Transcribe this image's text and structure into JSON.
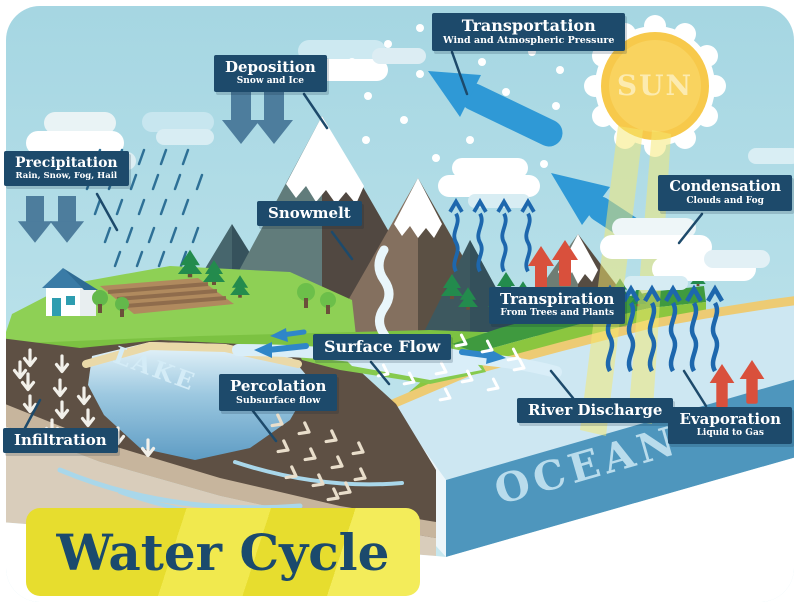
{
  "banner": {
    "title": "Water Cycle"
  },
  "scene_words": {
    "sun": "SUN",
    "lake": "LAKE",
    "ocean": "OCEAN"
  },
  "callouts": {
    "transportation": {
      "title": "Transportation",
      "subtitle": "Wind and Atmospheric Pressure"
    },
    "deposition": {
      "title": "Deposition",
      "subtitle": "Snow and Ice"
    },
    "precipitation": {
      "title": "Precipitation",
      "subtitle": "Rain, Snow, Fog, Hail"
    },
    "snowmelt": {
      "title": "Snowmelt"
    },
    "condensation": {
      "title": "Condensation",
      "subtitle": "Clouds and Fog"
    },
    "transpiration": {
      "title": "Transpiration",
      "subtitle": "From Trees and Plants"
    },
    "surface_flow": {
      "title": "Surface Flow"
    },
    "percolation": {
      "title": "Percolation",
      "subtitle": "Subsurface flow"
    },
    "river_discharge": {
      "title": "River Discharge"
    },
    "infiltration": {
      "title": "Infiltration"
    },
    "evaporation": {
      "title": "Evaporation",
      "subtitle": "Liquid to Gas"
    }
  },
  "colors": {
    "callout_bg": "#1d4a6b",
    "callout_text": "#ffffff",
    "banner_bg": "#e7dd2e",
    "banner_text": "#1b4a6d",
    "sky": "#a9d8e4",
    "sun_yellow": "#f7c94b",
    "sun_ray": "#f6e96f",
    "big_arrow_blue": "#2f99d6",
    "vapor_blue": "#1d67ad",
    "arrow_red": "#d9503c",
    "arrow_steel": "#4d7d9d",
    "ocean_front": "#4e96bd",
    "ocean_top": "#cde7f2",
    "grass_bright": "#8ed055",
    "grass_mid": "#7cc242",
    "coast_dark": "#3f9a3f",
    "soil_brown": "#5e5044",
    "ground_tan": "#d9cdbb",
    "sand": "#edcb74"
  }
}
